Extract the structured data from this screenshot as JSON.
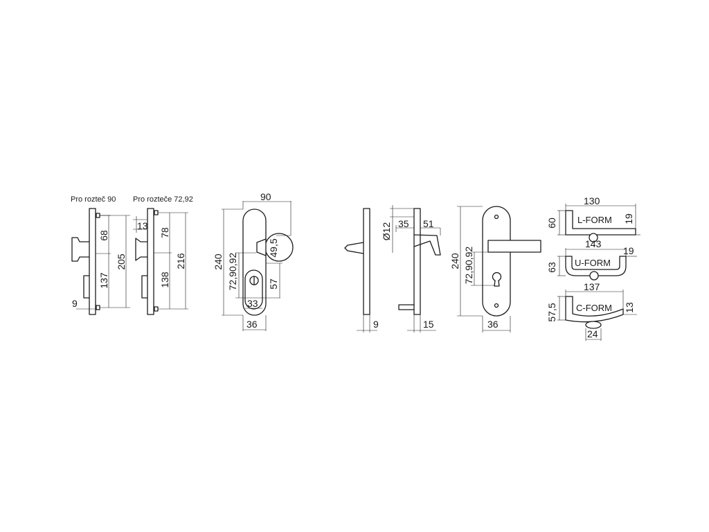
{
  "captions": {
    "pitch_90": "Pro rozteč 90",
    "pitch_72_92": "Pro rozteče 72,92"
  },
  "view1": {
    "top": "68",
    "bottom": "137",
    "total": "205",
    "thickness": "9"
  },
  "view2": {
    "offset": "13",
    "top": "78",
    "bottom": "138",
    "total": "216"
  },
  "view3": {
    "width": "90",
    "height": "240",
    "pitch": "72,90,92",
    "knob": "49,5",
    "lock_height": "57",
    "lock_width": "33",
    "base_width": "36"
  },
  "view4": {
    "thickness": "9"
  },
  "view5": {
    "diameter": "Ø12",
    "spindle": "35",
    "depth": "51",
    "thickness": "15"
  },
  "view6": {
    "height": "240",
    "pitch": "72,90,92",
    "base_width": "36"
  },
  "forms": {
    "l_form": {
      "label": "L-FORM",
      "width": "130",
      "height": "60",
      "right": "19"
    },
    "u_form": {
      "label": "U-FORM",
      "width": "143",
      "height": "63",
      "right": "19"
    },
    "c_form": {
      "label": "C-FORM",
      "width": "137",
      "height": "57,5",
      "right": "13",
      "bottom": "24"
    }
  }
}
